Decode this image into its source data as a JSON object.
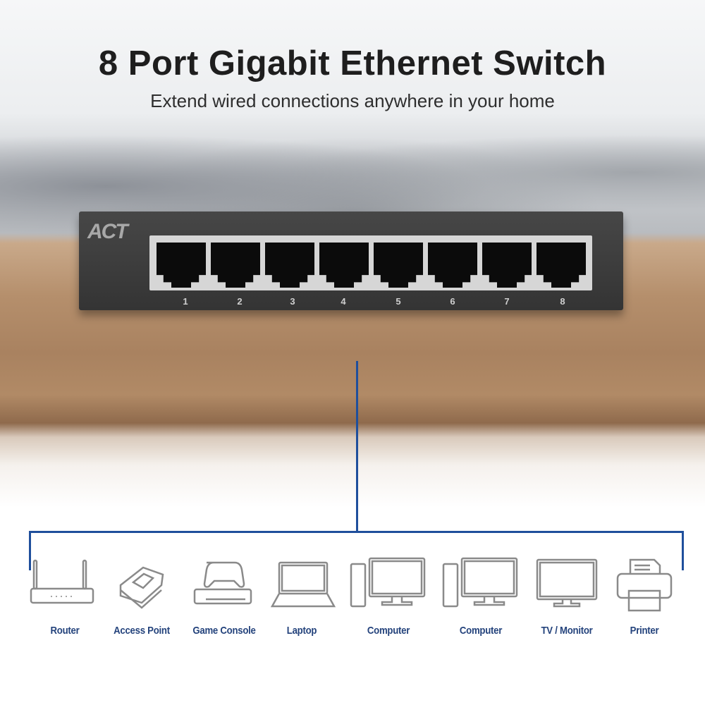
{
  "header": {
    "title": "8 Port Gigabit Ethernet Switch",
    "subtitle": "Extend wired connections anywhere in your home"
  },
  "product": {
    "brand": "ACT",
    "ports": [
      "1",
      "2",
      "3",
      "4",
      "5",
      "6",
      "7",
      "8"
    ]
  },
  "colors": {
    "connector_line": "#1f4f9c",
    "label": "#24437c",
    "icon_stroke": "#8a8a8a"
  },
  "devices": [
    {
      "label": "Router",
      "icon": "router-icon"
    },
    {
      "label": "Access Point",
      "icon": "access-point-icon"
    },
    {
      "label": "Game Console",
      "icon": "game-console-icon"
    },
    {
      "label": "Laptop",
      "icon": "laptop-icon"
    },
    {
      "label": "Computer",
      "icon": "desktop-computer-icon"
    },
    {
      "label": "Computer",
      "icon": "desktop-computer-icon"
    },
    {
      "label": "TV / Monitor",
      "icon": "monitor-icon"
    },
    {
      "label": "Printer",
      "icon": "printer-icon"
    }
  ]
}
